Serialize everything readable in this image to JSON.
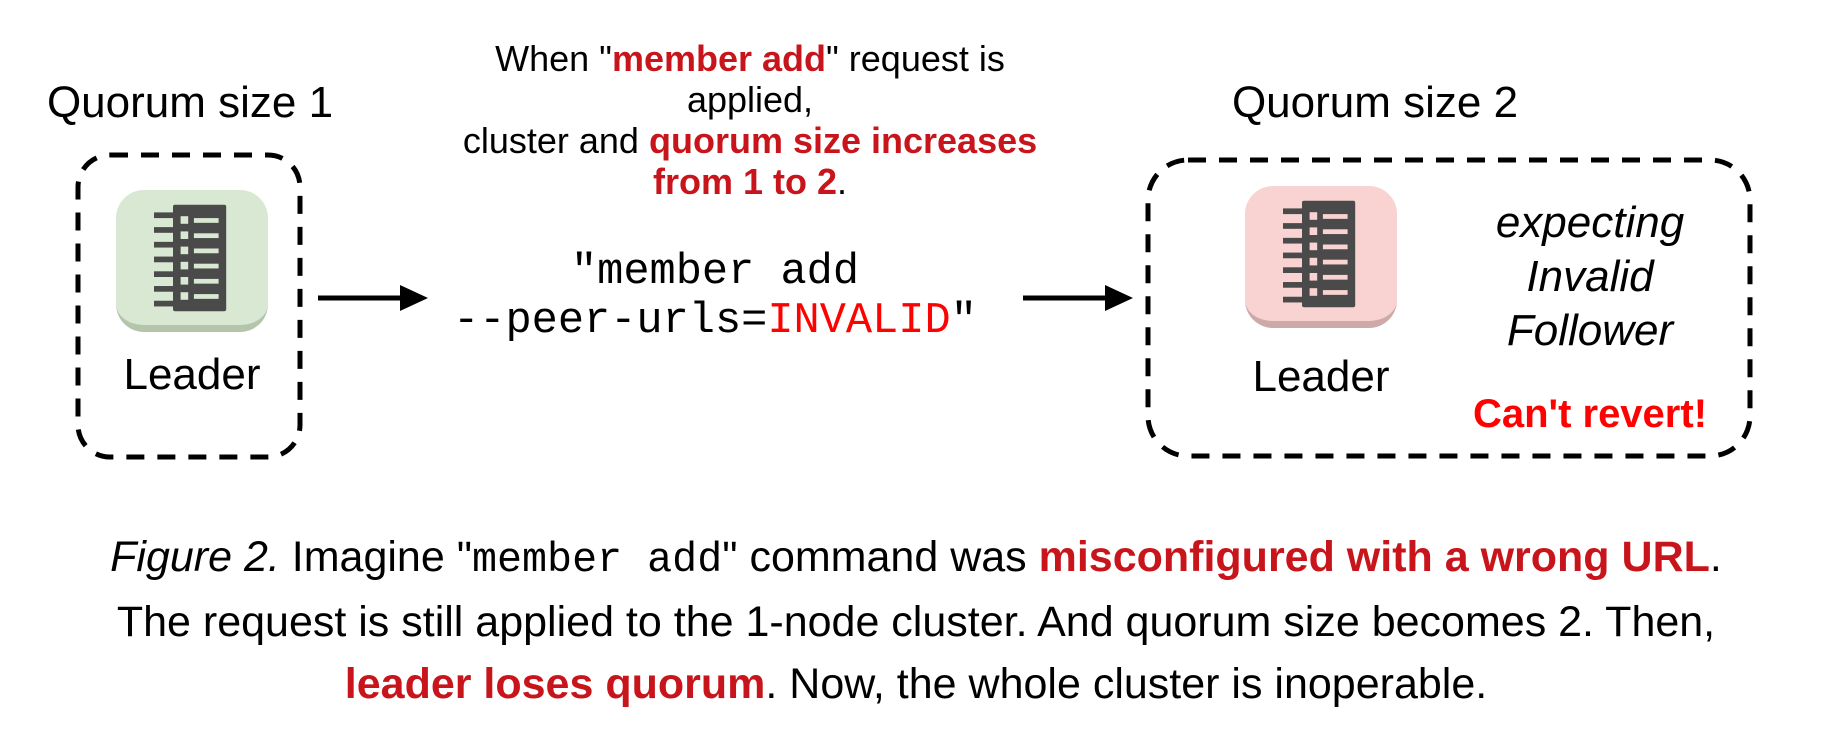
{
  "colors": {
    "text": "#000000",
    "red_dark": "#c8151c",
    "red_bright": "#fe0202",
    "node_ok_bg": "#d9e8d2",
    "node_ok_edge": "#b4c5ac",
    "node_bad_bg": "#f8d3d1",
    "node_bad_edge": "#cda9a8",
    "glyph": "#4a4a4a"
  },
  "left_cluster": {
    "heading": "Quorum size 1",
    "node": {
      "label": "Leader",
      "icon": "log-notebook-icon",
      "status": "ok"
    }
  },
  "right_cluster": {
    "heading": "Quorum size 2",
    "node": {
      "label": "Leader",
      "icon": "log-notebook-icon",
      "status": "error"
    },
    "expecting_lines": [
      "expecting",
      "Invalid",
      "Follower"
    ],
    "warning": "Can't revert!"
  },
  "top_note": {
    "lines": [
      {
        "segments": [
          {
            "t": "When \"",
            "s": "plain"
          },
          {
            "t": "member add",
            "s": "red-bold"
          },
          {
            "t": "\" request is applied,",
            "s": "plain"
          }
        ]
      },
      {
        "segments": [
          {
            "t": "cluster and ",
            "s": "plain"
          },
          {
            "t": "quorum size increases",
            "s": "red-bold"
          }
        ]
      },
      {
        "segments": [
          {
            "t": "from 1 to 2",
            "s": "red-bold"
          },
          {
            "t": ".",
            "s": "plain"
          }
        ]
      }
    ]
  },
  "command": {
    "lines": [
      {
        "segments": [
          {
            "t": "\"member add",
            "s": "code"
          }
        ]
      },
      {
        "segments": [
          {
            "t": "--peer-urls=",
            "s": "code"
          },
          {
            "t": "INVALID",
            "s": "code-red"
          },
          {
            "t": "\"",
            "s": "code"
          }
        ]
      }
    ]
  },
  "caption": {
    "lines": [
      {
        "segments": [
          {
            "t": "Figure 2.",
            "s": "italic"
          },
          {
            "t": " Imagine \"",
            "s": "plain"
          },
          {
            "t": "member add",
            "s": "code"
          },
          {
            "t": "\" command was ",
            "s": "plain"
          },
          {
            "t": "misconfigured with a wrong URL",
            "s": "red-bold"
          },
          {
            "t": ".",
            "s": "plain"
          }
        ]
      },
      {
        "segments": [
          {
            "t": "The request is still applied to the 1-node cluster. And quorum size becomes 2. Then,",
            "s": "plain"
          }
        ]
      },
      {
        "segments": [
          {
            "t": "leader loses quorum",
            "s": "red-bold"
          },
          {
            "t": ". Now, the whole cluster is inoperable.",
            "s": "plain"
          }
        ]
      }
    ]
  }
}
